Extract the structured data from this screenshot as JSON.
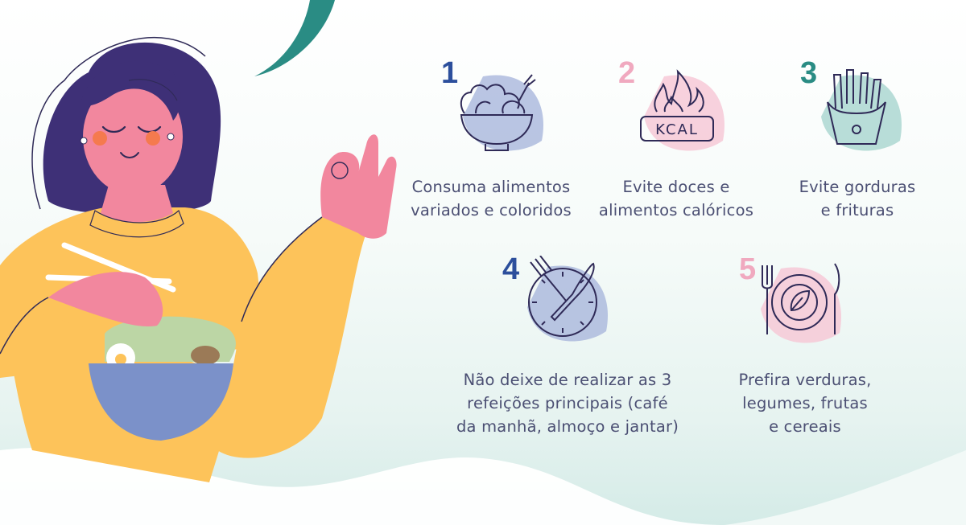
{
  "colors": {
    "navy_ink": "#2f2a57",
    "blue": "#2c4f9c",
    "pink": "#f0a9bf",
    "teal": "#2a8c84",
    "hair": "#3e3077",
    "skin": "#f2879e",
    "sweater": "#fdc35a",
    "bowl": "#7b91c9",
    "text": "#4b4f73"
  },
  "tips": [
    {
      "number": "1",
      "icon": "salad-bowl-icon",
      "color": "#2c4f9c",
      "lines": [
        "Consuma alimentos",
        "variados e coloridos"
      ]
    },
    {
      "number": "2",
      "icon": "kcal-flame-icon",
      "color": "#f0a9bf",
      "lines": [
        "Evite doces e",
        "alimentos calóricos"
      ]
    },
    {
      "number": "3",
      "icon": "french-fries-icon",
      "color": "#2a8c84",
      "lines": [
        "Evite gorduras",
        "e frituras"
      ]
    },
    {
      "number": "4",
      "icon": "clock-cutlery-icon",
      "color": "#2c4f9c",
      "lines": [
        "Não deixe de realizar as 3",
        "refeições principais (café",
        "da manhã, almoço e jantar)"
      ]
    },
    {
      "number": "5",
      "icon": "plate-cutlery-icon",
      "color": "#f0a9bf",
      "lines": [
        "Prefira verduras,",
        "legumes, frutas",
        "e cereais"
      ]
    }
  ],
  "kcal_text": "KCAL"
}
